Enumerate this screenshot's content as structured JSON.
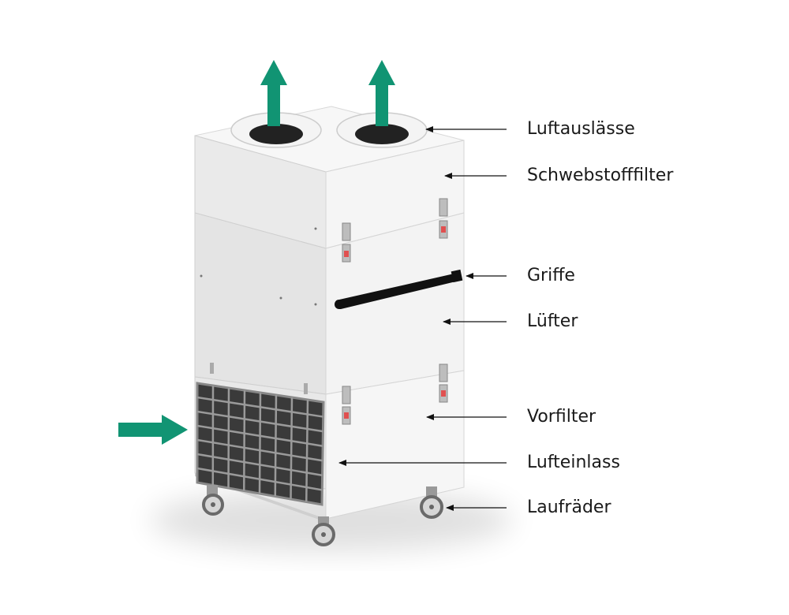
{
  "diagram": {
    "labels": {
      "air_outlets": "Luftauslässe",
      "hepa_filter": "Schwebstofffilter",
      "handles": "Griffe",
      "fan": "Lüfter",
      "prefilter": "Vorfilter",
      "air_inlet": "Lufteinlass",
      "casters": "Laufräder"
    },
    "colors": {
      "arrow_green": "#119473",
      "housing": "#f2f2f2",
      "housing_side": "#e6e6e6",
      "handle": "#111111",
      "grille": "#555555",
      "leader_line": "#111111"
    },
    "icons": {
      "airflow_out": "up-arrow",
      "airflow_in": "right-arrow"
    }
  }
}
